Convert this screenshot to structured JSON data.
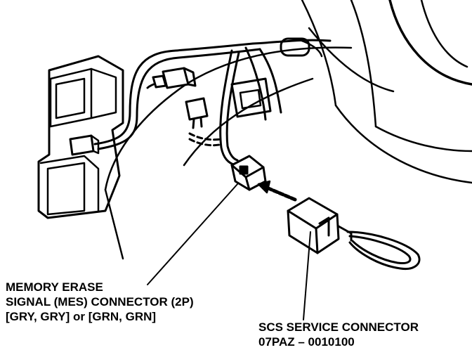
{
  "mes_connector": {
    "line1": "MEMORY ERASE",
    "line2": "SIGNAL (MES) CONNECTOR (2P)",
    "line3": "[GRY, GRY] or [GRN, GRN]"
  },
  "scs_connector": {
    "line1": "SCS SERVICE CONNECTOR",
    "line2": "07PAZ – 0010100"
  }
}
